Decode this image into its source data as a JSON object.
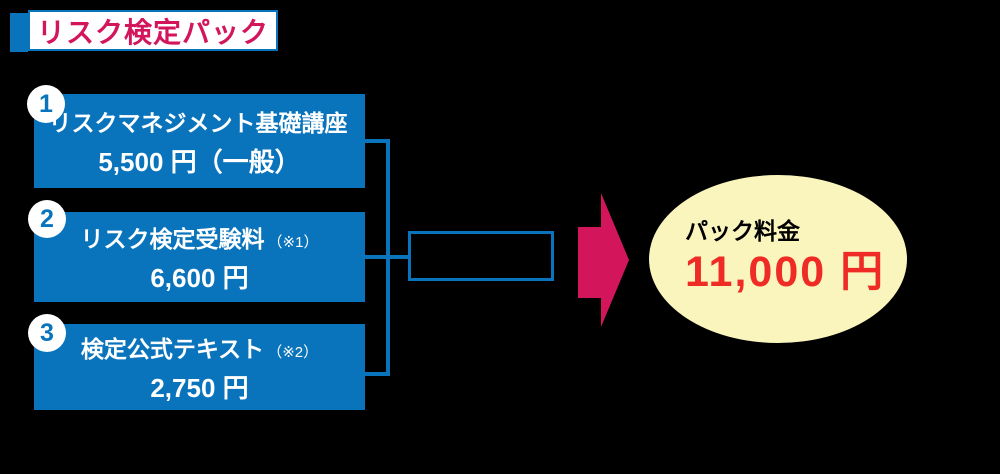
{
  "header": {
    "title": "リスク検定パック"
  },
  "items": [
    {
      "number": "1",
      "name": "リスクマネジメント基礎講座",
      "note": "",
      "price": "5,500 円（一般）"
    },
    {
      "number": "2",
      "name": "リスク検定受験料",
      "note": "（※1）",
      "price": "6,600 円"
    },
    {
      "number": "3",
      "name": "検定公式テキスト",
      "note": "（※2）",
      "price": "2,750 円"
    }
  ],
  "result": {
    "label": "パック料金",
    "price": "11,000 円"
  },
  "colors": {
    "box_blue": "#0974bc",
    "title_crimson": "#d3165c",
    "arrow_crimson": "#d3155c",
    "price_red": "#ee2b24",
    "ellipse_yellow": "#faf5bd",
    "background": "#000000",
    "box_text": "#ffffff"
  }
}
